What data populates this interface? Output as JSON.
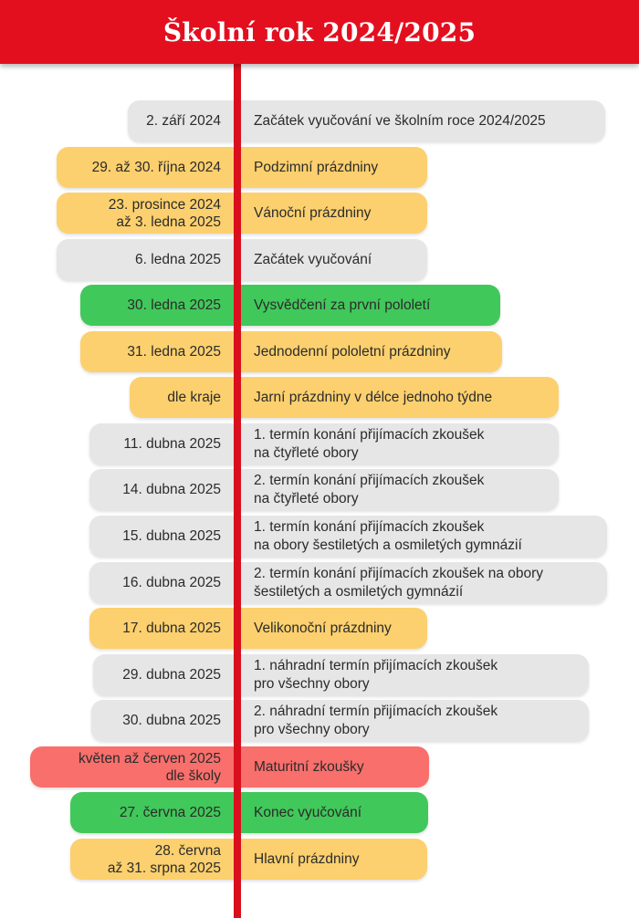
{
  "header": {
    "title": "Školní rok 2024/2025",
    "background": "#e30f1f"
  },
  "timeline": {
    "line_color": "#d90f1d",
    "category_colors": {
      "gray": "#e6e6e6",
      "yellow": "#fcd06e",
      "green": "#41c85a",
      "red": "#f86f6c"
    },
    "events": [
      {
        "date": [
          "2. září 2024"
        ],
        "description": [
          "Začátek vyučování ve školním roce 2024/2025"
        ],
        "color": "gray"
      },
      {
        "date": [
          "29. až 30. října 2024"
        ],
        "description": [
          "Podzimní prázdniny"
        ],
        "color": "yellow"
      },
      {
        "date": [
          "23. prosince 2024",
          "až 3. ledna 2025"
        ],
        "description": [
          "Vánoční prázdniny"
        ],
        "color": "yellow"
      },
      {
        "date": [
          "6. ledna 2025"
        ],
        "description": [
          "Začátek vyučování"
        ],
        "color": "gray"
      },
      {
        "date": [
          "30. ledna 2025"
        ],
        "description": [
          "Vysvědčení za první pololetí"
        ],
        "color": "green"
      },
      {
        "date": [
          "31. ledna 2025"
        ],
        "description": [
          "Jednodenní pololetní prázdniny"
        ],
        "color": "yellow"
      },
      {
        "date": [
          "dle kraje"
        ],
        "description": [
          "Jarní prázdniny v délce jednoho týdne"
        ],
        "color": "yellow"
      },
      {
        "date": [
          "11. dubna 2025"
        ],
        "description": [
          "1. termín konání přijímacích zkoušek",
          "na čtyřleté obory"
        ],
        "color": "gray"
      },
      {
        "date": [
          "14. dubna 2025"
        ],
        "description": [
          "2. termín konání přijímacích zkoušek",
          "na čtyřleté obory"
        ],
        "color": "gray"
      },
      {
        "date": [
          "15. dubna 2025"
        ],
        "description": [
          "1. termín konání přijímacích zkoušek",
          "na obory šestiletých a osmiletých gymnázií"
        ],
        "color": "gray"
      },
      {
        "date": [
          "16. dubna 2025"
        ],
        "description": [
          "2. termín konání přijímacích zkoušek na obory",
          "šestiletých a osmiletých gymnázií"
        ],
        "color": "gray"
      },
      {
        "date": [
          "17. dubna 2025"
        ],
        "description": [
          "Velikonoční prázdniny"
        ],
        "color": "yellow"
      },
      {
        "date": [
          "29. dubna 2025"
        ],
        "description": [
          "1. náhradní termín přijímacích zkoušek",
          "pro všechny obory"
        ],
        "color": "gray"
      },
      {
        "date": [
          "30. dubna 2025"
        ],
        "description": [
          "2. náhradní termín přijímacích zkoušek",
          "pro všechny obory"
        ],
        "color": "gray"
      },
      {
        "date": [
          "květen až červen 2025",
          "dle školy"
        ],
        "description": [
          "Maturitní zkoušky"
        ],
        "color": "red"
      },
      {
        "date": [
          "27. června 2025"
        ],
        "description": [
          "Konec vyučování"
        ],
        "color": "green"
      },
      {
        "date": [
          "28. června",
          "až 31. srpna 2025"
        ],
        "description": [
          "Hlavní prázdniny"
        ],
        "color": "yellow"
      }
    ]
  }
}
